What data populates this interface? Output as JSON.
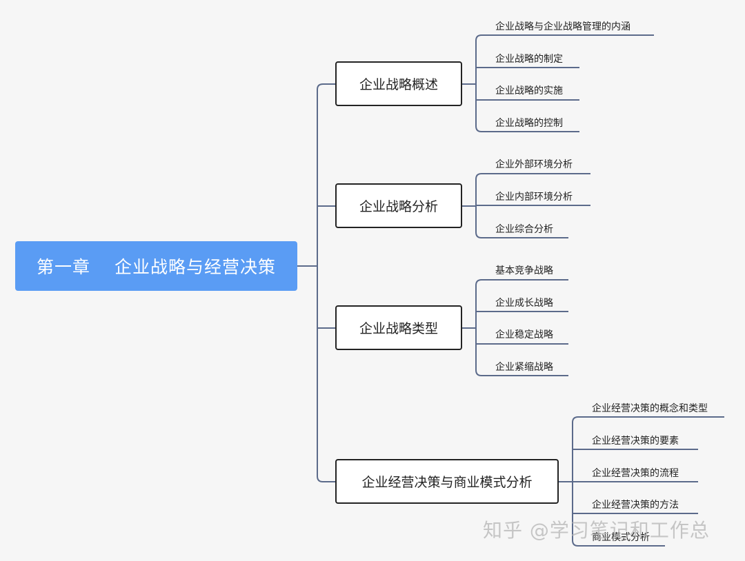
{
  "root": {
    "label": "第一章　 企业战略与经营决策"
  },
  "branches": [
    {
      "label": "企业战略概述",
      "leaves": [
        "企业战略与企业战略管理的内涵",
        "企业战略的制定",
        "企业战略的实施",
        "企业战略的控制"
      ]
    },
    {
      "label": "企业战略分析",
      "leaves": [
        "企业外部环境分析",
        "企业内部环境分析",
        "企业综合分析"
      ]
    },
    {
      "label": "企业战略类型",
      "leaves": [
        "基本竞争战略",
        "企业成长战略",
        "企业稳定战略",
        "企业紧缩战略"
      ]
    },
    {
      "label": "企业经营决策与商业模式分析",
      "leaves": [
        "企业经营决策的概念和类型",
        "企业经营决策的要素",
        "企业经营决策的流程",
        "企业经营决策的方法",
        "商业模式分析"
      ]
    }
  ],
  "watermark": "知乎 @学习笔记和工作总",
  "colors": {
    "root_fill": "#5a9cf4",
    "line": "#5b6a8a"
  }
}
